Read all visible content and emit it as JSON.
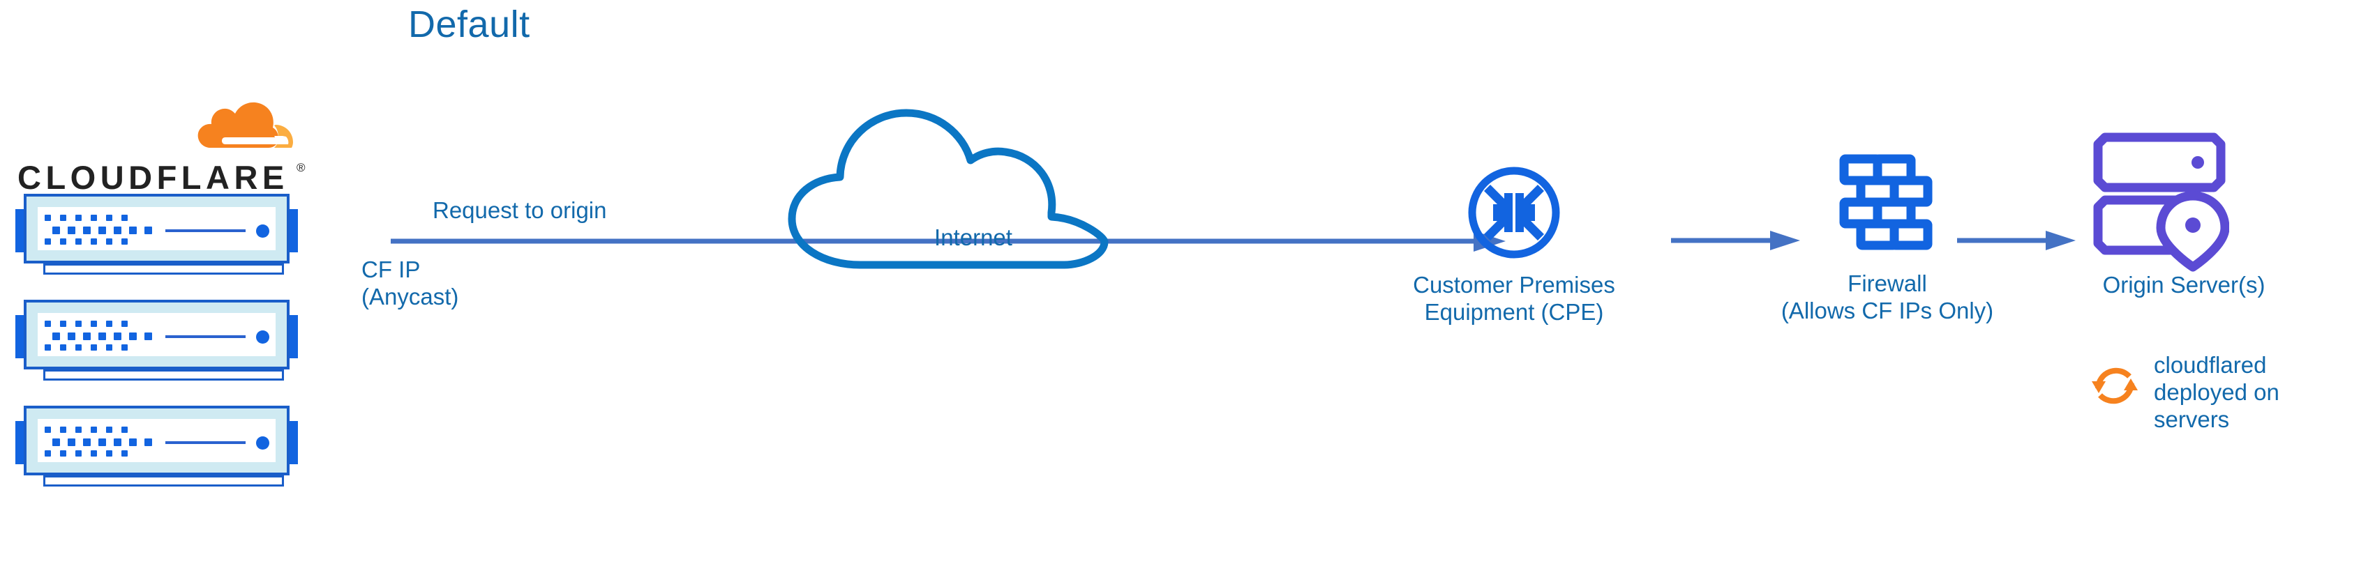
{
  "title": "Default",
  "brand": {
    "name": "CLOUDFLARE",
    "registered_mark": "®",
    "logo_orange": "#f6821f",
    "logo_orange_light": "#fbad41"
  },
  "colors": {
    "title_blue": "#1269ab",
    "label_blue": "#1269ab",
    "arrow_blue": "#4472c4",
    "cloud_outline_blue": "#0b76c4",
    "icon_blue": "#1264e0",
    "origin_purple": "#5b4bd4",
    "cloudflared_orange": "#f6821f"
  },
  "flow": {
    "request_label": "Request to origin",
    "cf_ip_line1": "CF IP",
    "cf_ip_line2": "(Anycast)"
  },
  "nodes": {
    "edge_servers": {
      "icon": "server-rack-icon",
      "count": 3
    },
    "internet": {
      "label": "Internet",
      "icon": "cloud-icon"
    },
    "cpe": {
      "icon": "router-arrows-circle-icon",
      "label_line1": "Customer Premises",
      "label_line2": "Equipment (CPE)"
    },
    "firewall": {
      "icon": "brick-wall-icon",
      "label_line1": "Firewall",
      "label_line2": "(Allows CF IPs Only)"
    },
    "origin": {
      "icon": "server-location-pin-icon",
      "label": "Origin Server(s)"
    },
    "cloudflared": {
      "icon": "sync-arrows-icon",
      "text_line1": "cloudflared",
      "text_line2": "deployed on",
      "text_line3": "servers"
    }
  }
}
